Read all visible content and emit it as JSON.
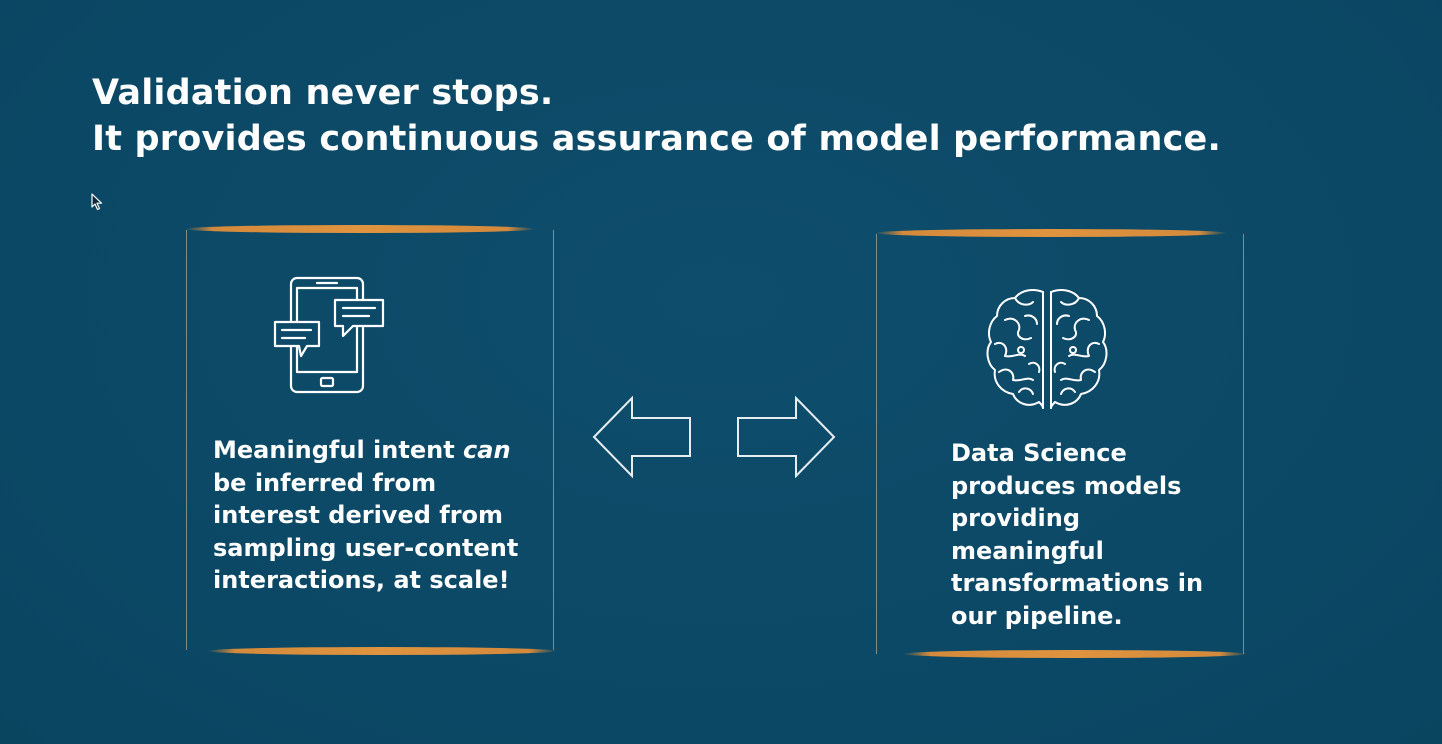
{
  "slide": {
    "title_line1": "Validation never stops.",
    "title_line2": "It provides continuous assurance of model performance.",
    "left_card": {
      "icon": "tablet-chat-icon",
      "text_before": "Meaningful intent ",
      "text_emphasis": "can",
      "text_after": " be inferred from interest derived from sampling user-content interactions, at scale!"
    },
    "right_card": {
      "icon": "brain-icon",
      "text": "Data Science produces models providing meaningful transformations in our pipeline."
    },
    "arrows": {
      "left": "arrow-left-icon",
      "right": "arrow-right-icon"
    }
  },
  "colors": {
    "background": "#0c4a68",
    "accent": "#d48a3c",
    "text": "#ffffff"
  }
}
